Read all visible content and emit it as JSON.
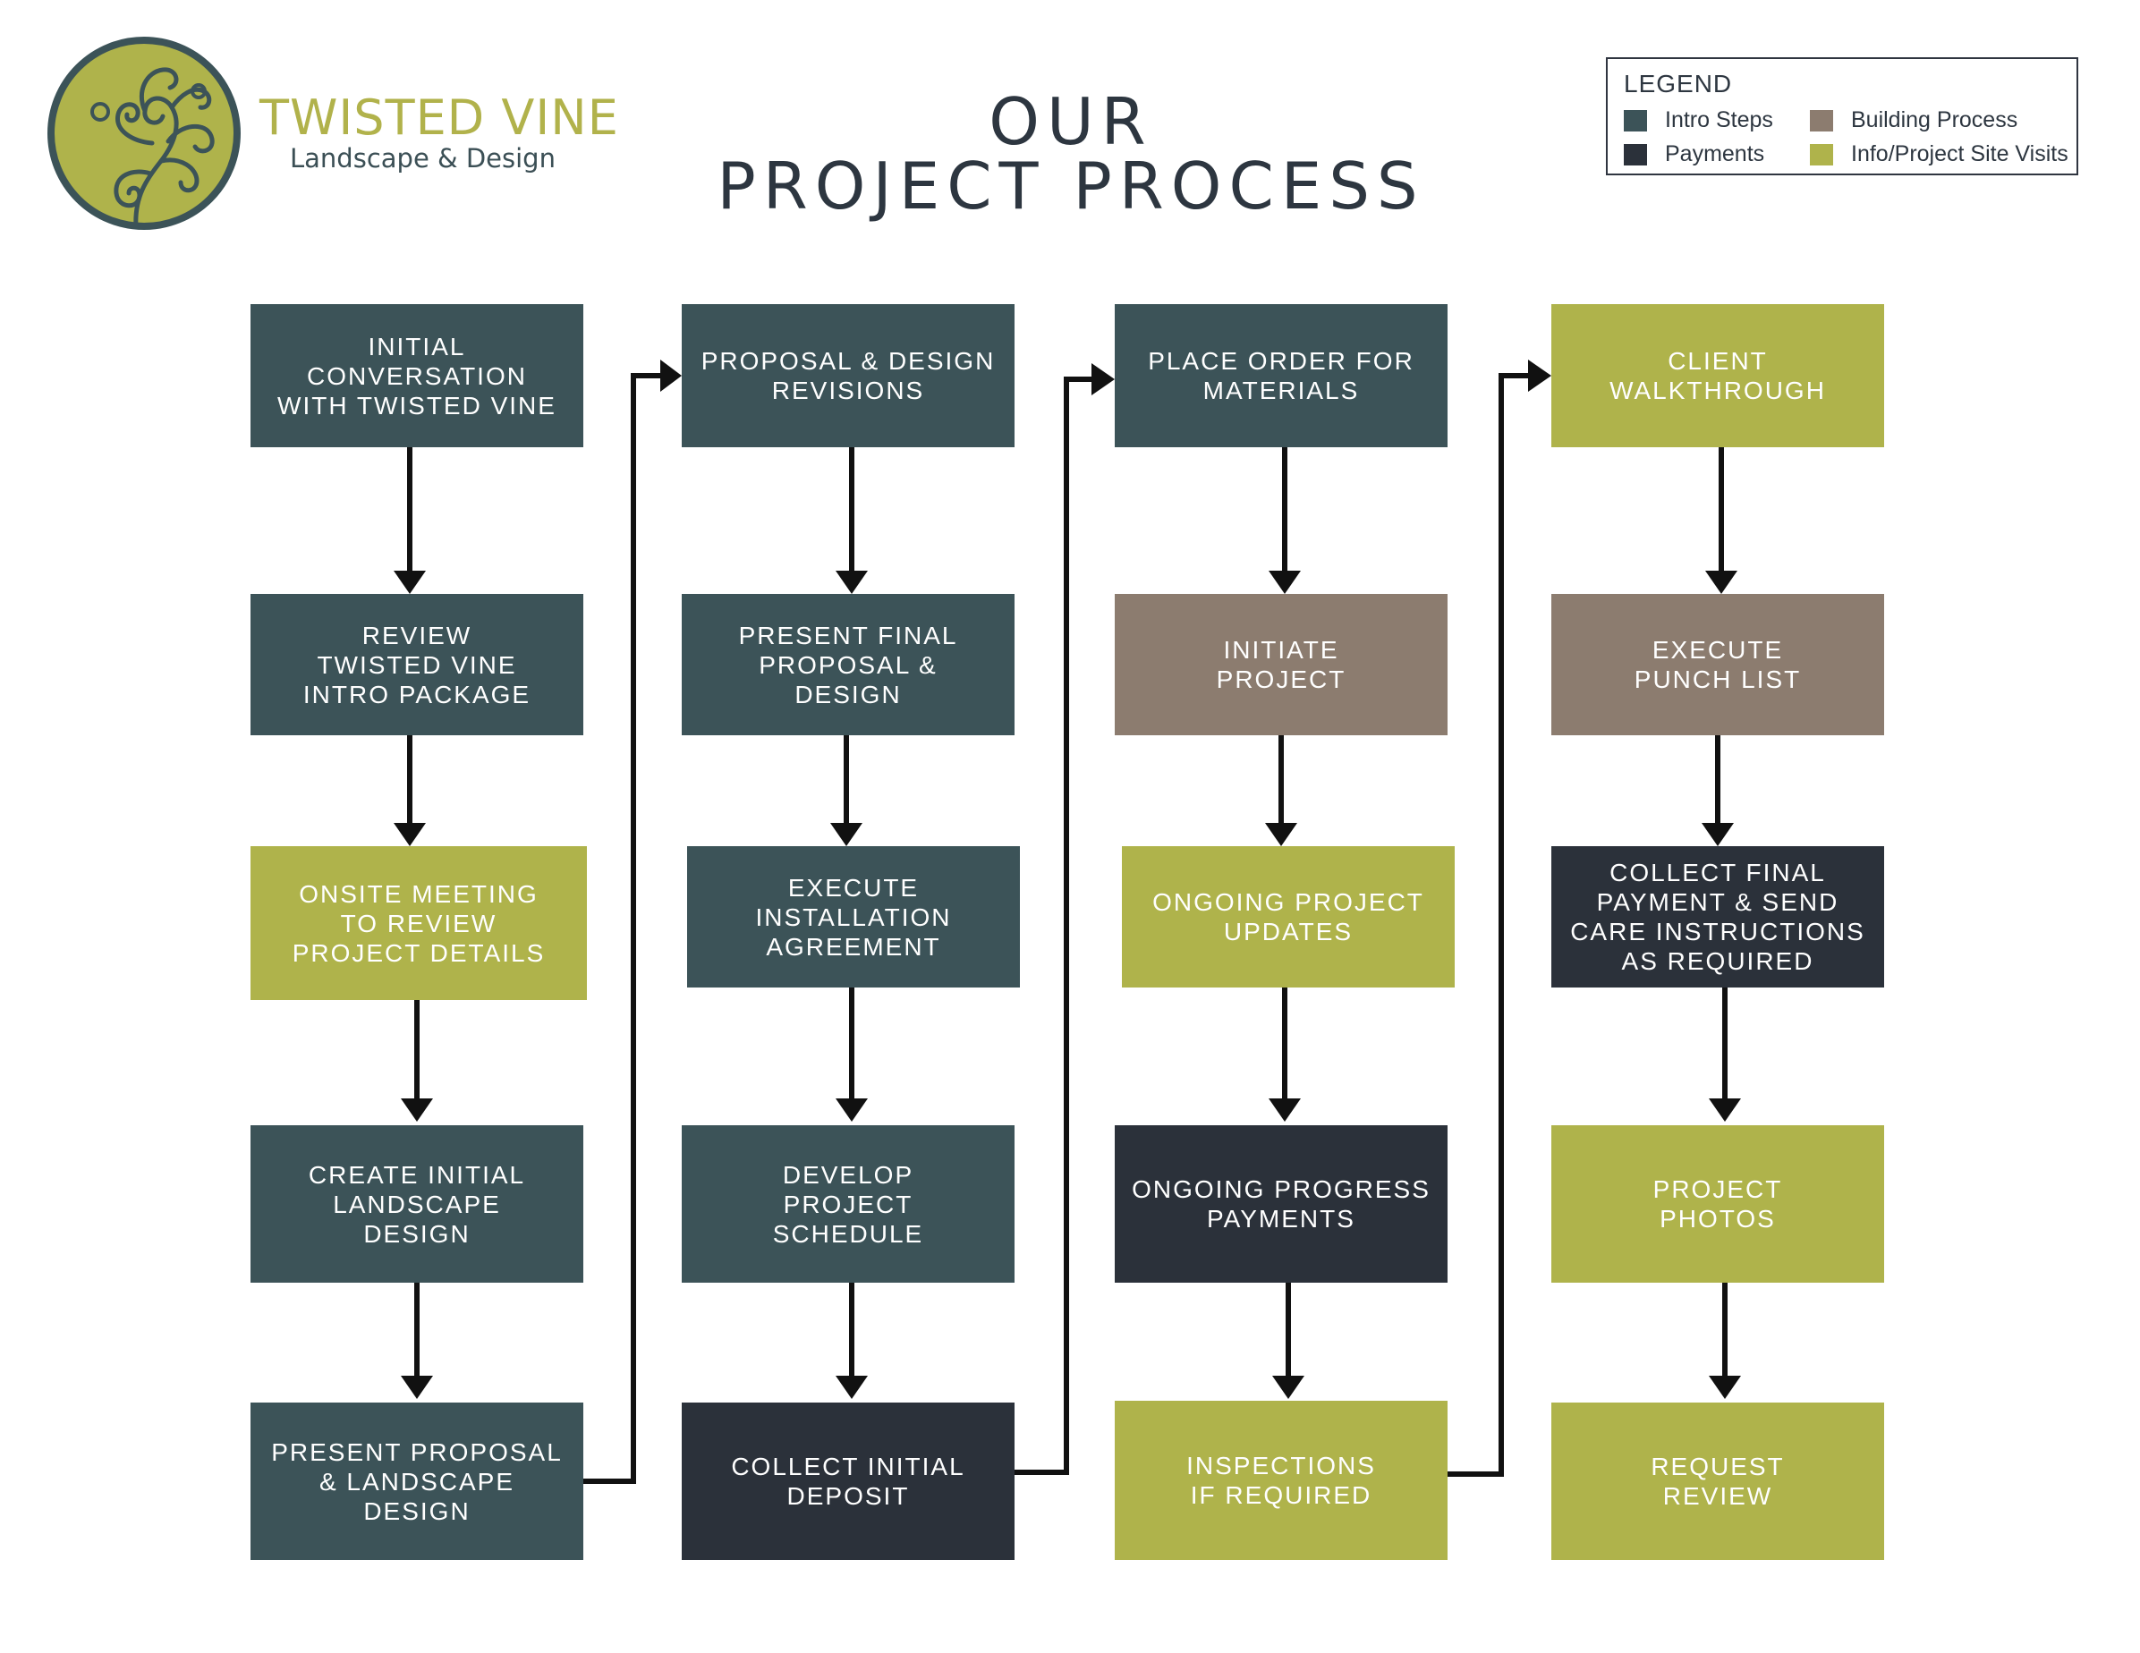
{
  "brand": {
    "name": "TWISTED VINE",
    "tagline": "Landscape & Design"
  },
  "title": {
    "line1": "OUR",
    "line2": "PROJECT PROCESS"
  },
  "legend": {
    "title": "LEGEND",
    "items": [
      {
        "label": "Intro Steps",
        "color": "#3c5358"
      },
      {
        "label": "Building Process",
        "color": "#8c7c6f"
      },
      {
        "label": "Payments",
        "color": "#2b313a"
      },
      {
        "label": "Info/Project Site Visits",
        "color": "#afb34b"
      }
    ]
  },
  "steps": {
    "col1": [
      {
        "text": "INITIAL\nCONVERSATION\nWITH TWISTED VINE",
        "category": "intro"
      },
      {
        "text": "REVIEW\nTWISTED VINE\nINTRO PACKAGE",
        "category": "intro"
      },
      {
        "text": "ONSITE MEETING\nTO REVIEW\nPROJECT DETAILS",
        "category": "info"
      },
      {
        "text": "CREATE INITIAL\nLANDSCAPE\nDESIGN",
        "category": "intro"
      },
      {
        "text": "PRESENT PROPOSAL\n& LANDSCAPE\nDESIGN",
        "category": "intro"
      }
    ],
    "col2": [
      {
        "text": "PROPOSAL & DESIGN\nREVISIONS",
        "category": "intro"
      },
      {
        "text": "PRESENT FINAL\nPROPOSAL &\nDESIGN",
        "category": "intro"
      },
      {
        "text": "EXECUTE\nINSTALLATION\nAGREEMENT",
        "category": "intro"
      },
      {
        "text": "DEVELOP\nPROJECT\nSCHEDULE",
        "category": "intro"
      },
      {
        "text": "COLLECT INITIAL\nDEPOSIT",
        "category": "payments"
      }
    ],
    "col3": [
      {
        "text": "PLACE ORDER FOR\nMATERIALS",
        "category": "intro"
      },
      {
        "text": "INITIATE\nPROJECT",
        "category": "building"
      },
      {
        "text": "ONGOING PROJECT\nUPDATES",
        "category": "info"
      },
      {
        "text": "ONGOING PROGRESS\nPAYMENTS",
        "category": "payments"
      },
      {
        "text": "INSPECTIONS\nIF REQUIRED",
        "category": "info"
      }
    ],
    "col4": [
      {
        "text": "CLIENT\nWALKTHROUGH",
        "category": "info"
      },
      {
        "text": "EXECUTE\nPUNCH LIST",
        "category": "building"
      },
      {
        "text": "COLLECT FINAL\nPAYMENT & SEND\nCARE INSTRUCTIONS\nAS REQUIRED",
        "category": "payments"
      },
      {
        "text": "PROJECT\nPHOTOS",
        "category": "info"
      },
      {
        "text": "REQUEST\nREVIEW",
        "category": "info"
      }
    ]
  }
}
